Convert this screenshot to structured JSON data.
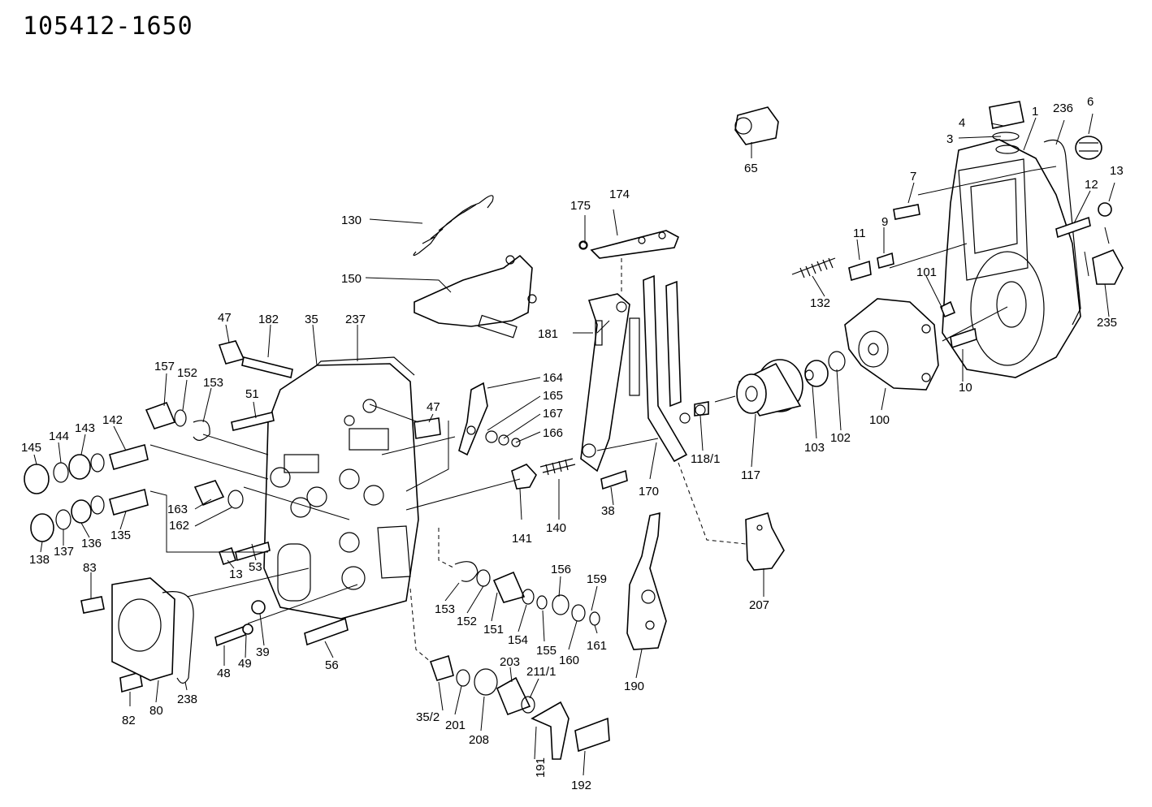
{
  "title": "105412-1650",
  "part_numbers": [
    "1",
    "3",
    "4",
    "6",
    "7",
    "9",
    "10",
    "11",
    "12",
    "13",
    "13",
    "35",
    "35/2",
    "38",
    "39",
    "47",
    "47",
    "48",
    "49",
    "51",
    "53",
    "56",
    "65",
    "80",
    "82",
    "83",
    "100",
    "101",
    "102",
    "103",
    "117",
    "118/1",
    "130",
    "132",
    "135",
    "136",
    "137",
    "138",
    "140",
    "141",
    "142",
    "143",
    "144",
    "145",
    "150",
    "151",
    "152",
    "152",
    "153",
    "153",
    "154",
    "155",
    "156",
    "157",
    "159",
    "160",
    "161",
    "162",
    "163",
    "164",
    "165",
    "166",
    "167",
    "170",
    "174",
    "175",
    "181",
    "182",
    "190",
    "191",
    "192",
    "201",
    "203",
    "207",
    "208",
    "211/1",
    "235",
    "236",
    "237",
    "238"
  ]
}
